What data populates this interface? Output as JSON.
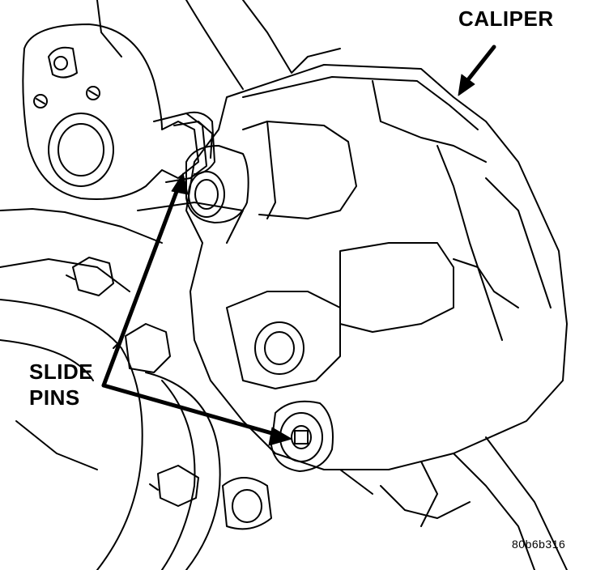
{
  "labels": {
    "caliper": "CALIPER",
    "slide_pins_line1": "SLIDE",
    "slide_pins_line2": "PINS",
    "figure_code": "80b6b316"
  },
  "colors": {
    "line": "#000000",
    "background": "#ffffff"
  }
}
